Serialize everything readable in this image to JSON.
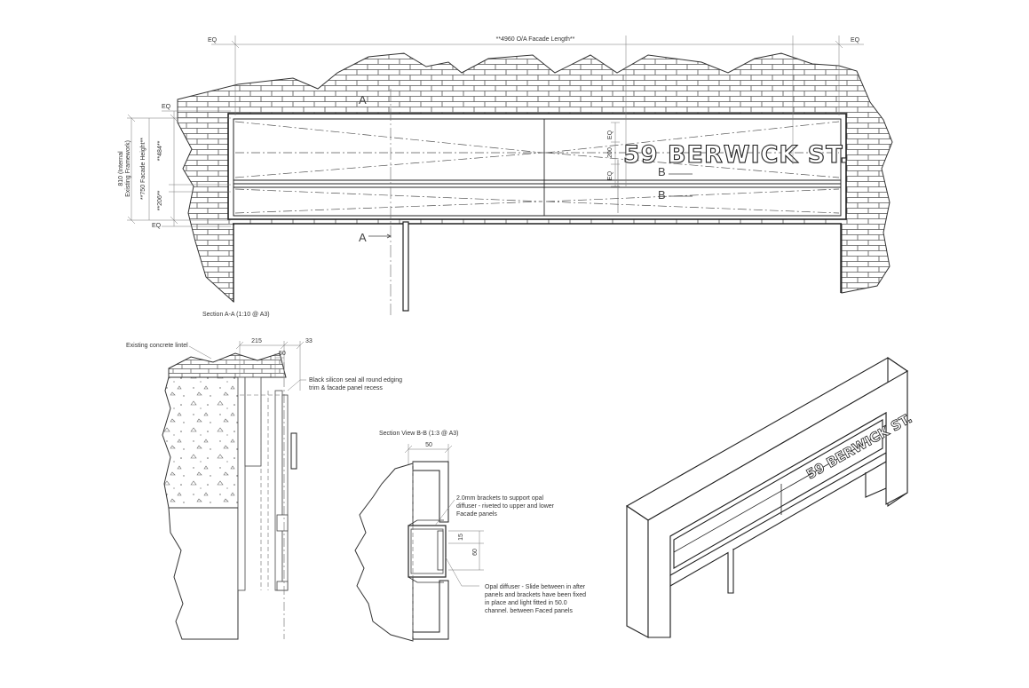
{
  "drawing": {
    "overall_length": "**4960 O/A Facade Length**",
    "eq_label": "EQ",
    "height_internal_line1": "810 (Internal",
    "height_internal_line2": "Existing Framework)",
    "facade_height": "**750 Facade Height**",
    "upper_panel": "**484**",
    "lower_panel": "**206**",
    "dim_200": "200",
    "section_mark_a": "A",
    "section_mark_b": "B",
    "sign_text": "59 BERWICK ST.",
    "section_aa_title": "Section A-A (1:10 @ A3)",
    "lintel_label": "Existing concrete lintel",
    "dim_215": "215",
    "dim_33": "33",
    "dim_50": "50",
    "seal_note_1": "Black silicon seal all round edging",
    "seal_note_2": "trim & facade panel recess",
    "section_bb_title": "Section View B-B (1:3 @ A3)",
    "bracket_note_1": "2.0mm brackets to support opal",
    "bracket_note_2": "diffuser - riveted to upper and lower",
    "bracket_note_3": "Facade panels",
    "dim_15": "15",
    "dim_60": "60",
    "opal_note_1": "Opal diffuser - Slide between in after",
    "opal_note_2": "panels and brackets have been fixed",
    "opal_note_3": "in place and light fitted in 50.0",
    "opal_note_4": "channel. between Faced panels"
  },
  "colors": {
    "line": "#222222",
    "dim_line": "#777777",
    "brick": "#555555",
    "paper": "#ffffff"
  }
}
